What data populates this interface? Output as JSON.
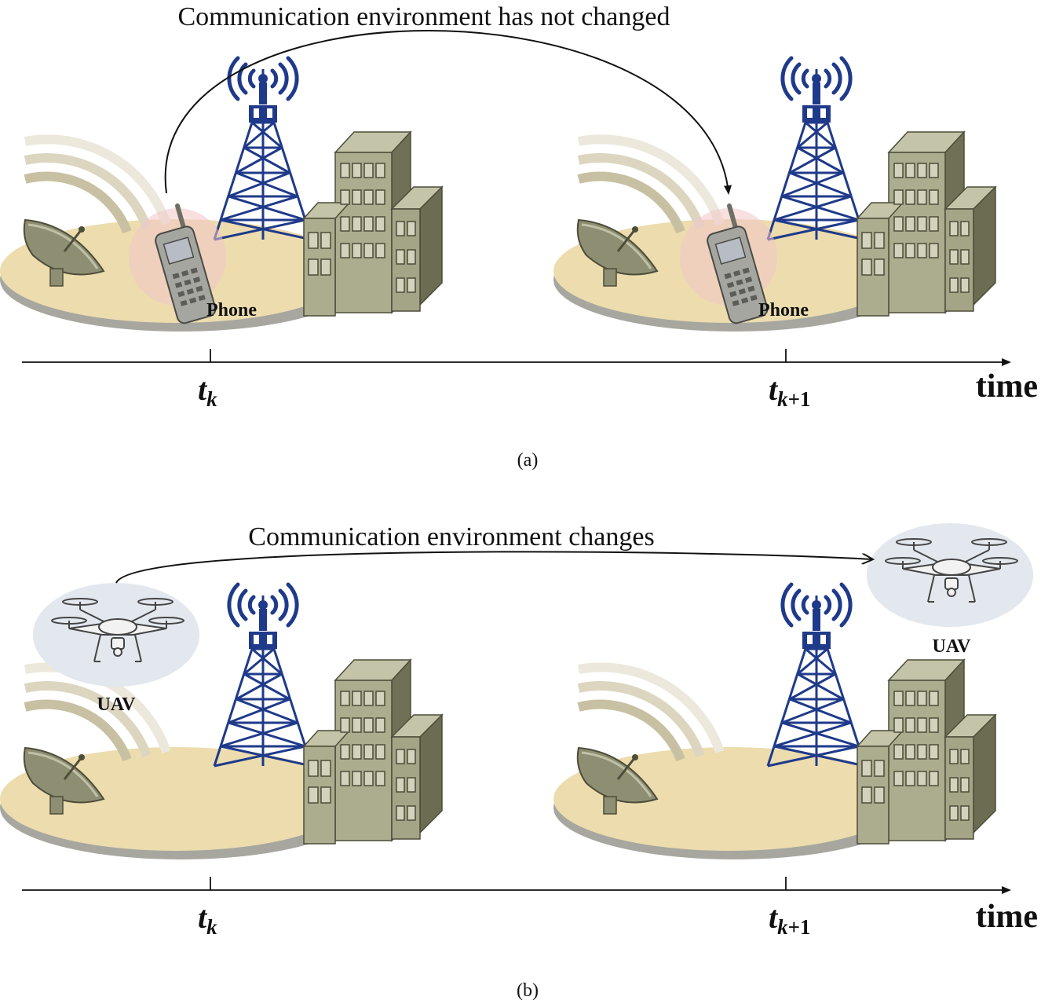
{
  "panel_a": {
    "caption": "Communication environment has not changed",
    "device_label_left": "Phone",
    "device_label_right": "Phone",
    "time_left": {
      "base": "t",
      "sub": "k"
    },
    "time_right": {
      "base": "t",
      "sub_italic": "k",
      "sub_rest": "+1"
    },
    "axis_label": "time",
    "subcaption": "(a)"
  },
  "panel_b": {
    "caption": "Communication environment changes",
    "device_label_left": "UAV",
    "device_label_right": "UAV",
    "time_left": {
      "base": "t",
      "sub": "k"
    },
    "time_right": {
      "base": "t",
      "sub_italic": "k",
      "sub_rest": "+1"
    },
    "axis_label": "time",
    "subcaption": "(b)"
  },
  "colors": {
    "tower": "#1f3a8a",
    "ground": "#ecdcae",
    "building_front": "#a9a98a",
    "building_side": "#6f6f55",
    "building_top": "#c2c2a6",
    "phone_halo": "#f6cfd0",
    "uav_halo": "#e3e7ee"
  }
}
